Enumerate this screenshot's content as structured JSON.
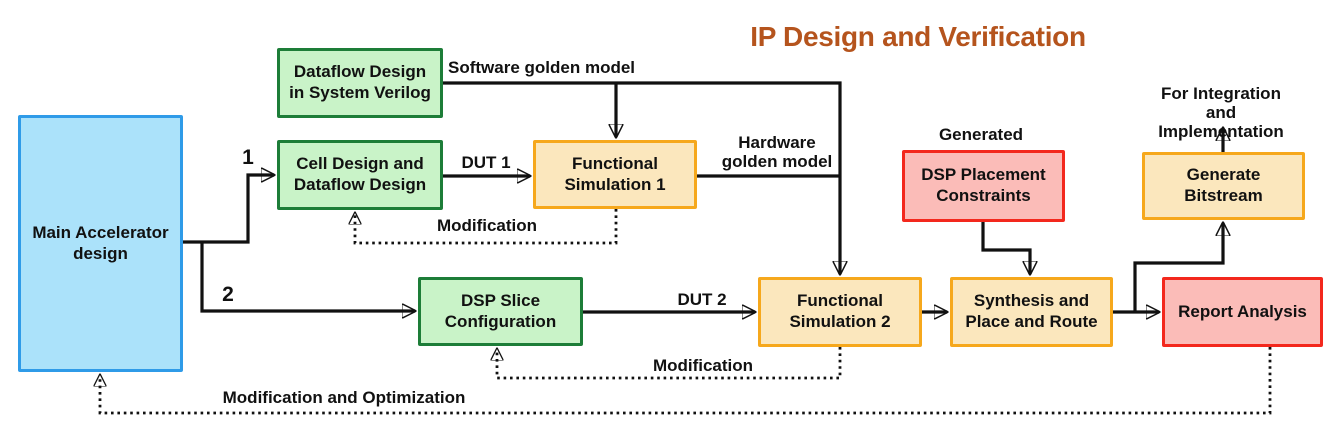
{
  "title": "IP Design and Verification",
  "colors": {
    "title": "#b5541d",
    "blue_fill": "#abe2fa",
    "blue_border": "#2f9be8",
    "green_fill": "#c9f3c8",
    "green_border": "#1d7d38",
    "orange_fill": "#fbe7bd",
    "orange_border": "#f6a81c",
    "red_fill": "#fbbcb8",
    "red_border": "#f3281d",
    "line": "#111111"
  },
  "boxes": {
    "main_accelerator": "Main Accelerator\ndesign",
    "dataflow_design": "Dataflow Design\nin System Verilog",
    "cell_design": "Cell Design and\nDataflow Design",
    "functional_sim_1": "Functional\nSimulation 1",
    "dsp_slice": "DSP Slice\nConfiguration",
    "functional_sim_2": "Functional\nSimulation 2",
    "synthesis_pnr": "Synthesis and\nPlace and Route",
    "dsp_placement": "DSP Placement\nConstraints",
    "generate_bitstream": "Generate\nBitstream",
    "report_analysis": "Report Analysis"
  },
  "labels": {
    "software_golden_model": "Software golden model",
    "hardware_golden_model": "Hardware\ngolden model",
    "dut_1": "DUT 1",
    "dut_2": "DUT 2",
    "modification_top": "Modification",
    "modification_bottom": "Modification",
    "modification_optimization": "Modification and Optimization",
    "generated": "Generated",
    "for_integration": "For Integration\nand Implementation",
    "branch_1": "1",
    "branch_2": "2"
  }
}
